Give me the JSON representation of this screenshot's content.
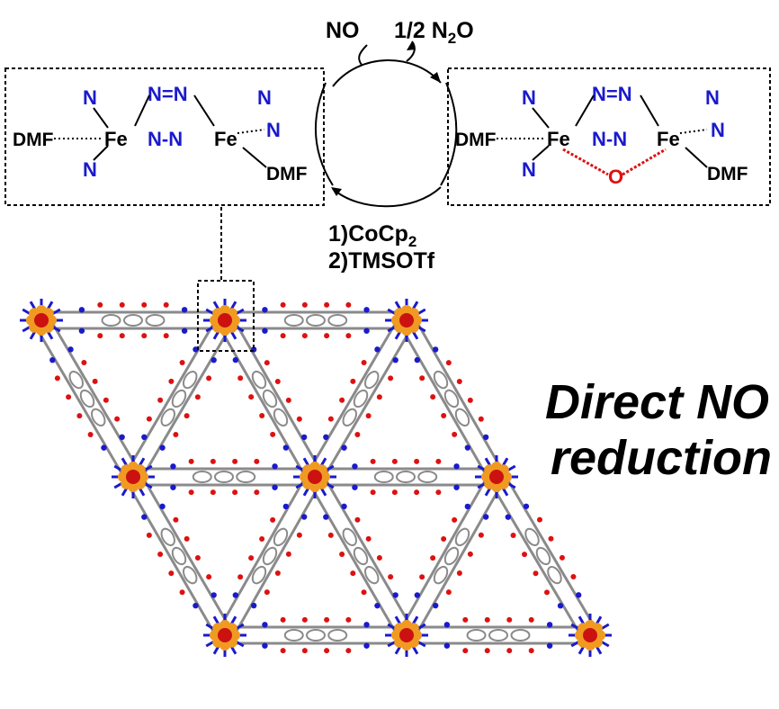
{
  "top": {
    "reagent_left": "NO",
    "reagent_right_main": "1/2 N",
    "reagent_right_sub": "2",
    "reagent_right_tail": "O",
    "step1_main": "1)CoCp",
    "step1_sub": "2",
    "step2": "2)TMSOTf"
  },
  "left_box": {
    "n": "N",
    "fe": "Fe",
    "dmf": "DMF",
    "nn": "N=N"
  },
  "right_box": {
    "n": "N",
    "fe": "Fe",
    "dmf": "DMF",
    "o": "O"
  },
  "framework": {
    "label_line1": "Direct NO",
    "label_line2": "reduction"
  },
  "colors": {
    "nitrogen": "#1a1acc",
    "oxygen": "#dd1111",
    "iron_node": "#f09a22",
    "iron_core": "#cc1111",
    "linker": "#8a8a8a"
  }
}
